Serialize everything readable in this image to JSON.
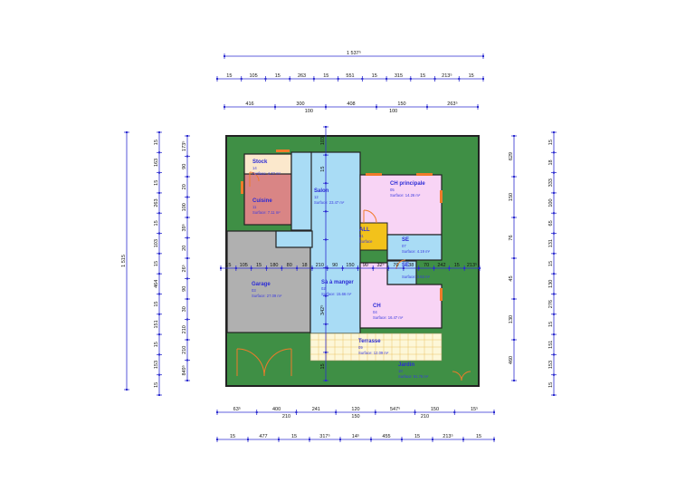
{
  "colors": {
    "garden": "#3f8f45",
    "salon": "#a9dcf5",
    "kitchen": "#d98585",
    "stock": "#fbe8cc",
    "bedroom": "#f8d4f5",
    "garage": "#b0b0b0",
    "hall": "#f2c21b",
    "terrace": "#fdf7d8",
    "wall": "#222222",
    "dimension": "#2c2cd0",
    "door": "#f07a2a"
  },
  "rooms": [
    {
      "name": "Stock",
      "num": "14",
      "surface": "Surface: 4.3? m²"
    },
    {
      "name": "Cuisine",
      "num": "11",
      "surface": "Surface: 7.11 m²"
    },
    {
      "name": "Salon",
      "num": "12",
      "surface": "Surface: 23.47 m²"
    },
    {
      "name": "CH principale",
      "num": "05",
      "surface": "Surface: 14.26 m²"
    },
    {
      "name": "ALL",
      "num": "01",
      "surface": "Surface"
    },
    {
      "name": "SE",
      "num": "07",
      "surface": "Surface: 4.19 m²"
    },
    {
      "name": "SE",
      "num": "",
      "surface": "Surface: 3.63 m²"
    },
    {
      "name": "Garage",
      "num": "03",
      "surface": "Surface: 27.09 m²"
    },
    {
      "name": "Sà à manger",
      "num": "02",
      "surface": "Surface: 15.66 m²"
    },
    {
      "name": "CH",
      "num": "04",
      "surface": "Surface: 16.47 m²"
    },
    {
      "name": "Terrasse",
      "num": "09",
      "surface": "Surface: 12.09 m²"
    },
    {
      "name": "Jardin",
      "num": "10",
      "surface": "Surface: 91.76 m²"
    }
  ],
  "dims": {
    "top_total": "1 537⁵",
    "top_row1": [
      "15",
      "105",
      "15",
      "263",
      "15",
      "551",
      "15",
      "315",
      "15",
      "213⁵",
      "15"
    ],
    "top_row2": [
      "416",
      "300",
      "408",
      "150",
      "263⁵"
    ],
    "top_row2_sub": [
      "100",
      "100"
    ],
    "bottom_row1": [
      "63⁵",
      "400",
      "241",
      "120",
      "547⁵",
      "150",
      "15⁵"
    ],
    "bottom_row1_sub": [
      "210",
      "150",
      "210"
    ],
    "bottom_row2": [
      "15",
      "477",
      "15",
      "317⁵",
      "14⁵",
      "455",
      "15",
      "213⁵",
      "15"
    ],
    "left_total": "1 515",
    "left_col1": [
      "15",
      "163",
      "15",
      "263",
      "15",
      "103",
      "15",
      "464",
      "15",
      "151",
      "15",
      "153",
      "15"
    ],
    "left_col2": [
      "173⁵",
      "90",
      "20",
      "100",
      "39⁵",
      "20",
      "26⁵",
      "90",
      "30",
      "210",
      "210",
      "849⁵"
    ],
    "right_col1": [
      "15",
      "18",
      "333",
      "100",
      "65",
      "131",
      "15",
      "130",
      "276",
      "15",
      "151",
      "153",
      "15"
    ],
    "right_col2": [
      "629",
      "150",
      "76",
      "45",
      "130",
      "460"
    ],
    "mid_row": [
      "15",
      "105",
      "15",
      "180",
      "80",
      "18",
      "210",
      "90",
      "150",
      "90",
      "32⁵",
      "70",
      "38",
      "70",
      "242",
      "15",
      "213⁵"
    ]
  }
}
